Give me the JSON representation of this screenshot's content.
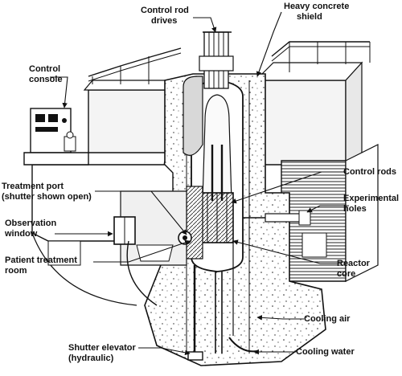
{
  "labels": {
    "control_rod_drives_1": "Control rod",
    "control_rod_drives_2": "drives",
    "heavy_concrete_shield_1": "Heavy concrete",
    "heavy_concrete_shield_2": "shield",
    "control_console_1": "Control",
    "control_console_2": "console",
    "treatment_port_1": "Treatment port",
    "treatment_port_2": "(shutter shown open)",
    "control_rods": "Control rods",
    "experimental_holes_1": "Experimental",
    "experimental_holes_2": "holes",
    "observation_window_1": "Observation",
    "observation_window_2": "window",
    "patient_treatment_room_1": "Patient treatment",
    "patient_treatment_room_2": "room",
    "reactor_core_1": "Reactor",
    "reactor_core_2": "core",
    "cooling_air": "Cooling air",
    "shutter_elevator_1": "Shutter elevator",
    "shutter_elevator_2": "(hydraulic)",
    "cooling_water": "Cooling water"
  }
}
